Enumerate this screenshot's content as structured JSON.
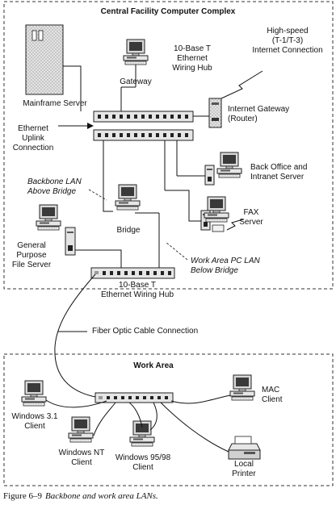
{
  "central": {
    "title": "Central Facility Computer Complex",
    "mainframe": "Mainframe Server",
    "gateway": "Gateway",
    "hub_top": [
      "10-Base T",
      "Ethernet",
      "Wiring Hub"
    ],
    "internet_conn": [
      "High-speed",
      "(T-1/T-3)",
      "Internet Connection"
    ],
    "router": [
      "Internet Gateway",
      "(Router)"
    ],
    "uplink": [
      "Ethernet",
      "Uplink",
      "Connection"
    ],
    "backoffice": [
      "Back Office and",
      "Intranet Server"
    ],
    "backbone": [
      "Backbone LAN",
      "Above Bridge"
    ],
    "fax": [
      "FAX",
      "Server"
    ],
    "bridge": "Bridge",
    "fileserver": [
      "General",
      "Purpose",
      "File Server"
    ],
    "workarea_lan": [
      "Work Area PC LAN",
      "Below Bridge"
    ],
    "hub_bottom": [
      "10-Base T",
      "Ethernet Wiring Hub"
    ]
  },
  "fiber": "Fiber Optic Cable Connection",
  "workarea": {
    "title": "Work Area",
    "mac": [
      "MAC",
      "Client"
    ],
    "win31": [
      "Windows 3.1",
      "Client"
    ],
    "winnt": [
      "Windows NT",
      "Client"
    ],
    "win95": [
      "Windows 95/98",
      "Client"
    ],
    "printer": [
      "Local",
      "Printer"
    ]
  },
  "caption": {
    "number": "Figure 6–9",
    "text": "Backbone and work area LANs."
  }
}
